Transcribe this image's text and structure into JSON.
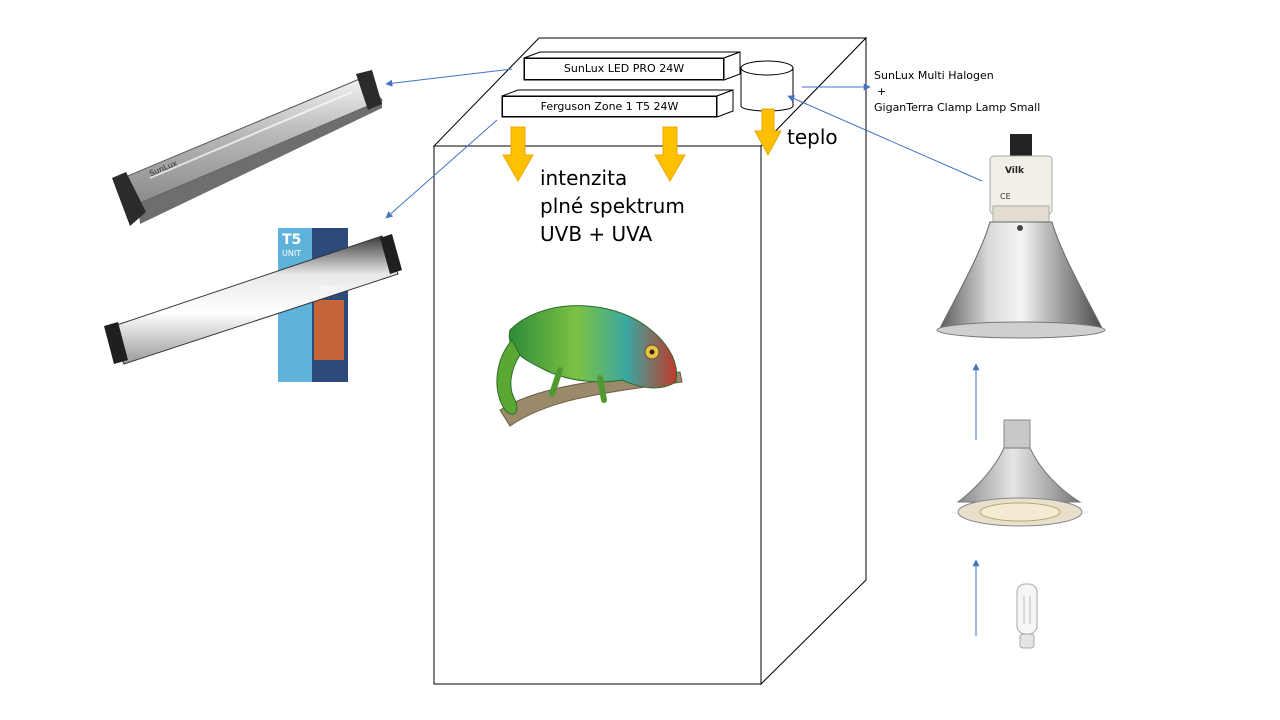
{
  "labels": {
    "sunlux_led": "SunLux LED PRO 24W",
    "ferguson": "Ferguson Zone 1 T5 24W",
    "halogen_line1": "SunLux Multi Halogen",
    "halogen_plus": "+",
    "halogen_line2": "GiganTerra Clamp Lamp Small",
    "teplo": "teplo",
    "intenzita": "intenzita",
    "spektrum": "plné spektrum",
    "uv": "UVB + UVA"
  },
  "product_prints": {
    "sunlux_lamp_text": "SunLux",
    "t5_box_badge": "T5",
    "t5_box_unit": "UNIT",
    "t5_box_zone": "ZONE 1",
    "clamp_lamp_brand": "Vilk",
    "clamp_lamp_ce": "CE"
  },
  "colors": {
    "arrow_fill": "#FFC000",
    "arrow_stroke": "#E6A800",
    "connector": "#4472C4",
    "outline": "#000000"
  }
}
